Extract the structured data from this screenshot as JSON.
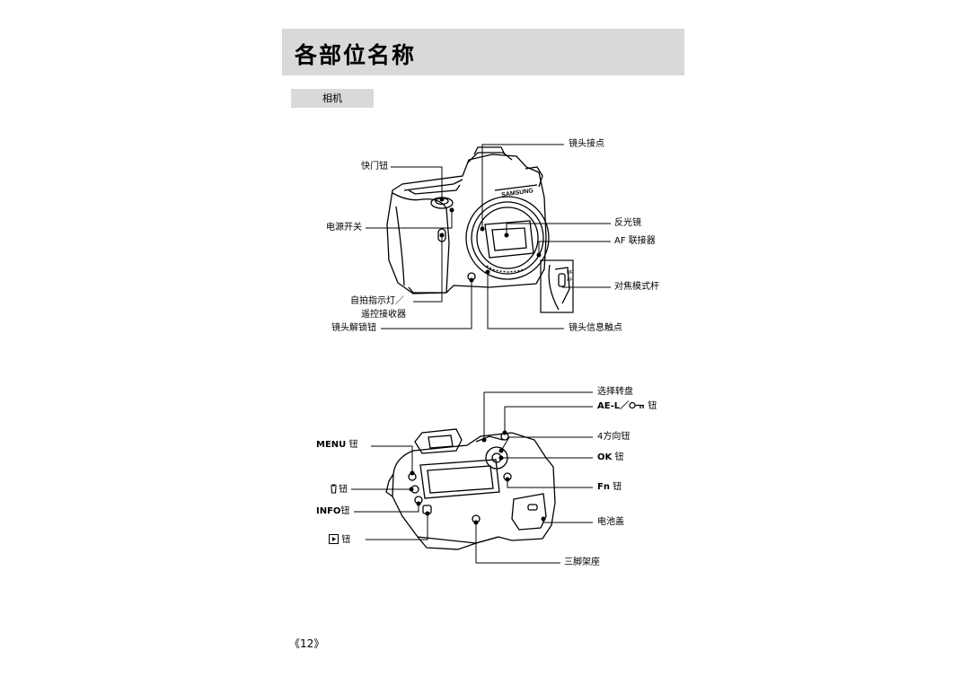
{
  "page": {
    "title": "各部位名称",
    "section": "相机",
    "page_number": "《12》"
  },
  "front_labels": {
    "shutter": "快门钮",
    "power": "电源开关",
    "selftimer_1": "自拍指示灯／",
    "selftimer_2": "遥控接收器",
    "lens_release": "镜头解锁钮",
    "lens_contacts": "镜头接点",
    "mirror": "反光镜",
    "af_coupler": "AF 联接器",
    "focus_lever": "对焦模式杆",
    "lens_info_contacts": "镜头信息触点"
  },
  "back_labels": {
    "menu_text": "MENU",
    "menu_suffix": "钮",
    "delete_suffix": "钮",
    "info_text": "INFO",
    "info_suffix": "钮",
    "play_suffix": "钮",
    "dial": "选择转盘",
    "ael_text": "AE-L／",
    "ael_suffix": "钮",
    "dir4": "4方向钮",
    "ok_text": "OK",
    "ok_suffix": "钮",
    "fn_text": "Fn",
    "fn_suffix": "钮",
    "battery": "电池盖",
    "tripod": "三脚架座"
  },
  "camera_marks": {
    "brand": "SAMSUNG",
    "switch_mf": "MF",
    "switch_af": "AF"
  },
  "icons": [
    "delete-icon",
    "play-icon",
    "key-icon"
  ]
}
